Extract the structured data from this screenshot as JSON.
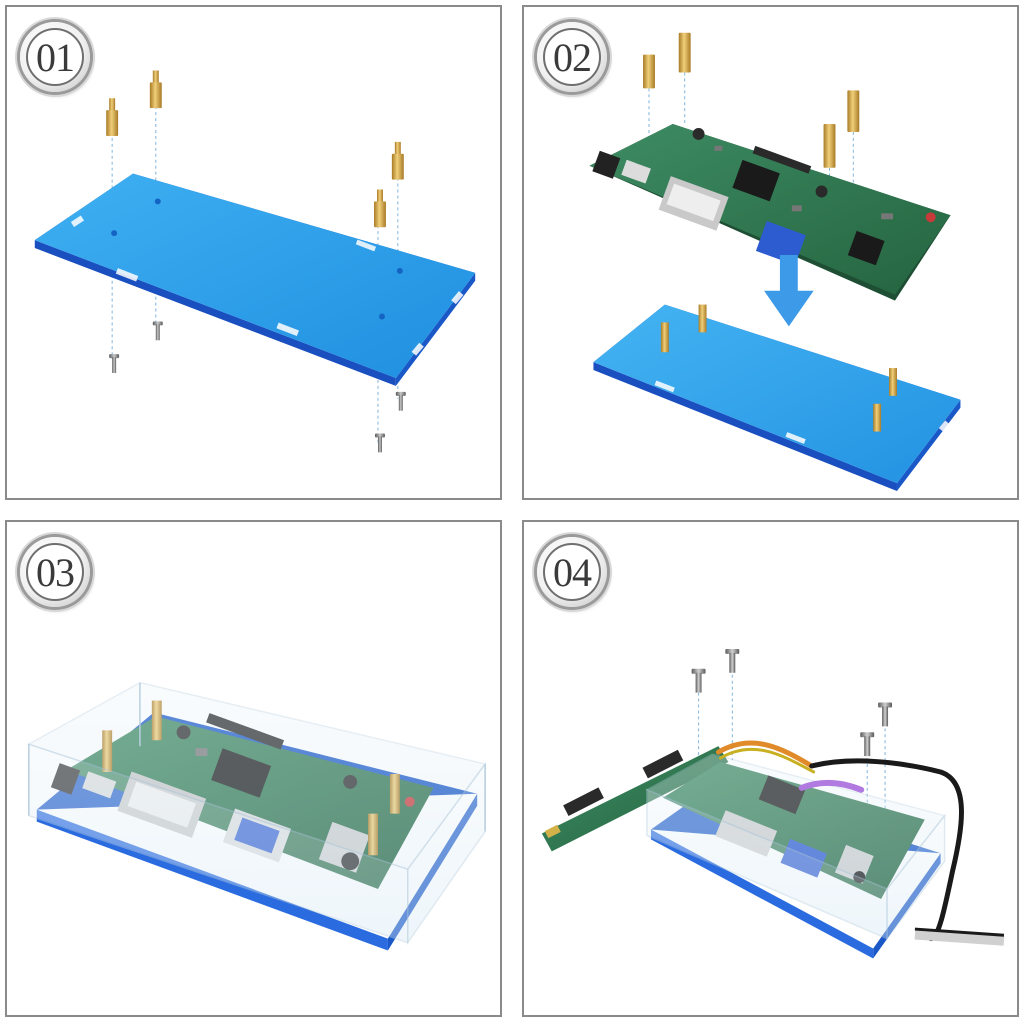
{
  "steps": [
    {
      "number": "01"
    },
    {
      "number": "02"
    },
    {
      "number": "03"
    },
    {
      "number": "04"
    }
  ],
  "colors": {
    "plate": "#2a9be8",
    "plate_edge": "#1a58c8",
    "pcb": "#2f7a56",
    "standoff": "#d4a446",
    "arrow": "#3d9ae8",
    "frame": "#8a8a8a"
  },
  "icons": [
    "down-arrow-icon",
    "screw-icon",
    "standoff-icon"
  ]
}
